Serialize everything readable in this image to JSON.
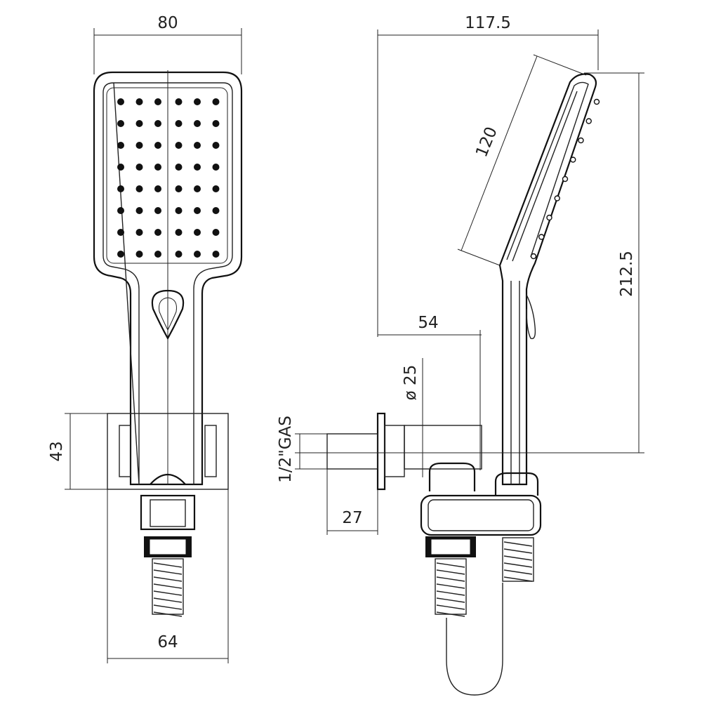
{
  "drawing": {
    "front_view": {
      "dim_head_width": "80",
      "dim_bracket_height": "43",
      "dim_bracket_width": "64",
      "nozzle_rows": 8,
      "nozzle_cols": 6
    },
    "side_view": {
      "dim_total_depth": "117.5",
      "dim_head_length": "120",
      "dim_total_height": "212.5",
      "dim_outlet_depth": "54",
      "dim_outlet_diameter": "ø 25",
      "dim_thread": "1/2\"GAS",
      "dim_inlet_length": "27",
      "nozzle_count": 9
    }
  }
}
